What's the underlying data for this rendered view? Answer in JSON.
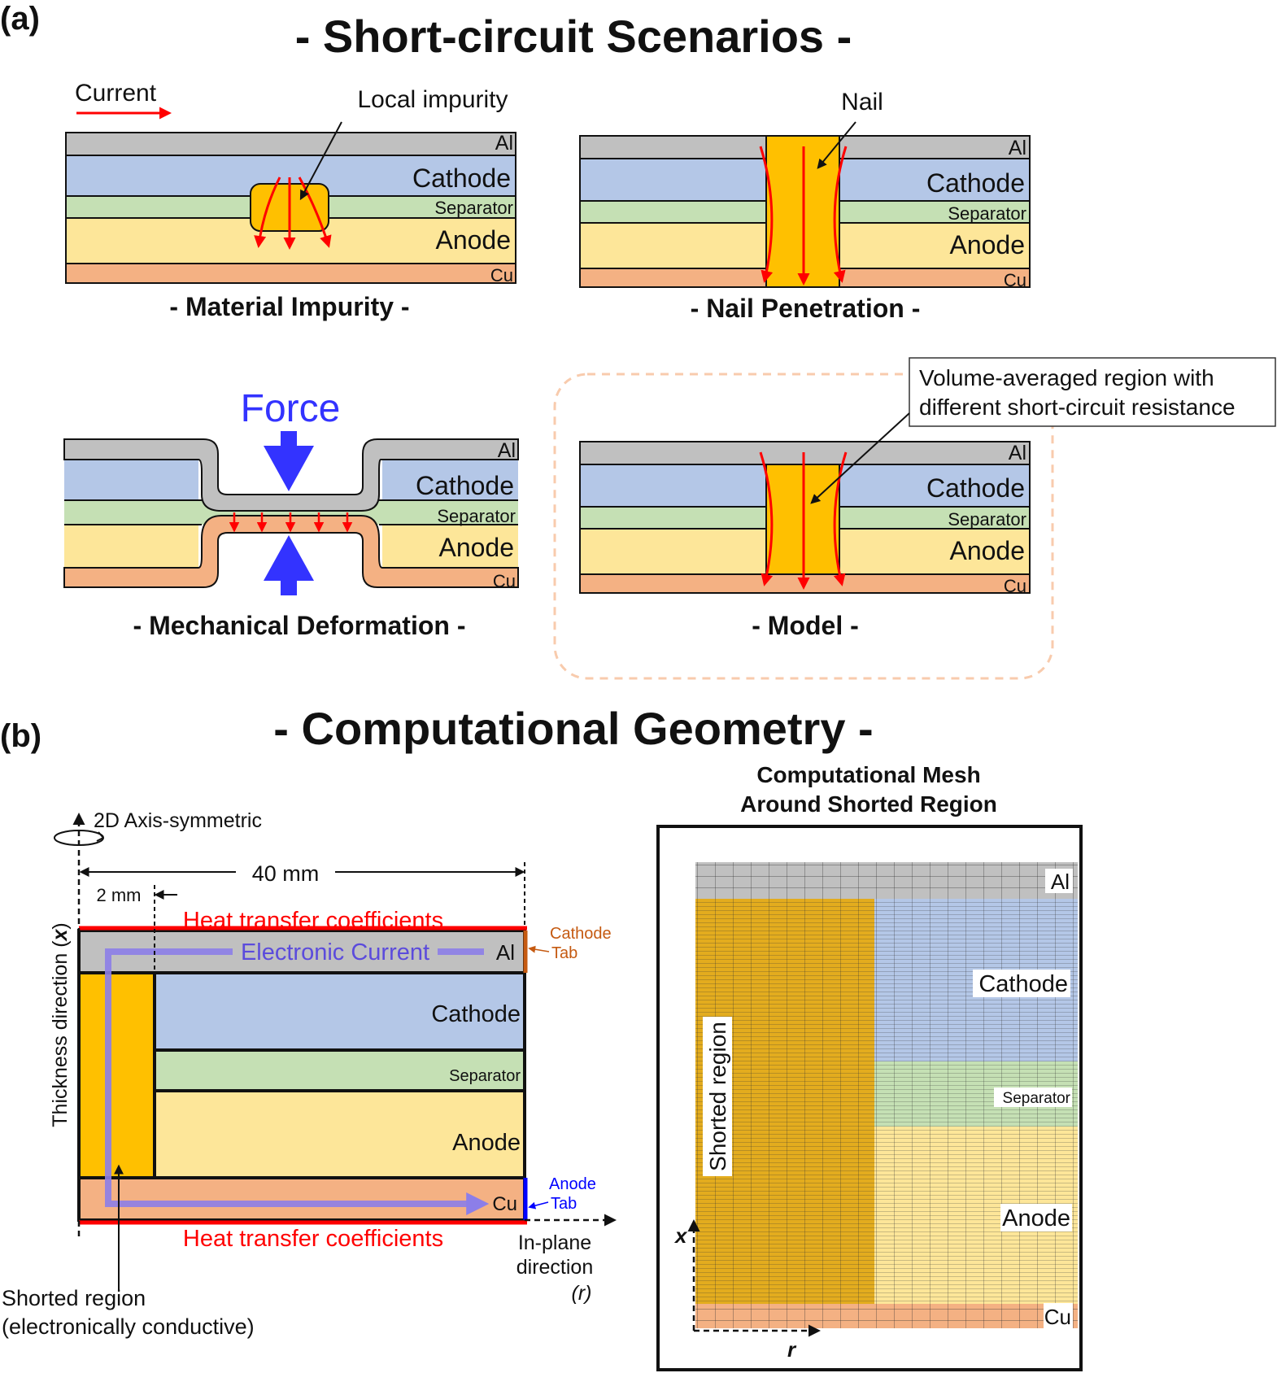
{
  "panel_a": {
    "letter": "(a)",
    "title": "- Short-circuit Scenarios -",
    "current_label": "Current",
    "layers": {
      "al": "Al",
      "cathode": "Cathode",
      "separator": "Separator",
      "anode": "Anode",
      "cu": "Cu"
    },
    "impurity": {
      "callout": "Local impurity",
      "caption": "- Material Impurity -"
    },
    "nail": {
      "callout": "Nail",
      "caption": "- Nail Penetration -"
    },
    "deformation": {
      "force_label": "Force",
      "caption": "- Mechanical Deformation -"
    },
    "model": {
      "callout_line1": "Volume-averaged region with",
      "callout_line2": "different short-circuit resistance",
      "caption": "- Model -"
    }
  },
  "panel_b": {
    "letter": "(b)",
    "title": "- Computational Geometry -",
    "geometry": {
      "axis_symmetric": "2D Axis-symmetric",
      "dim_40": "40 mm",
      "dim_2": "2 mm",
      "htc_top": "Heat transfer coefficients",
      "htc_bottom": "Heat transfer coefficients",
      "electronic_current": "Electronic Current",
      "cathode_tab_1": "Cathode",
      "cathode_tab_2": "Tab",
      "anode_tab_1": "Anode",
      "anode_tab_2": "Tab",
      "thickness_axis": "Thickness direction (",
      "thickness_axis_var": "x",
      "thickness_axis_close": ")",
      "inplane_1": "In-plane",
      "inplane_2": "direction",
      "inplane_var": "(r)",
      "shorted_1": "Shorted region",
      "shorted_2": "(electronically conductive)"
    },
    "mesh": {
      "title_1": "Computational Mesh",
      "title_2": "Around Shorted Region",
      "shorted_label": "Shorted region",
      "axis_x": "x",
      "axis_r": "r"
    }
  },
  "colors": {
    "al": "#c0c0c0",
    "cathode": "#b4c7e7",
    "separator": "#c5e0b4",
    "anode": "#fde699",
    "cu": "#f4b183",
    "short": "#ffc000",
    "current_red": "#ff0000",
    "force_blue": "#3333ff",
    "current_purple": "#8c7ee8",
    "cathode_tab": "#c55a11",
    "anode_tab": "#0000ff",
    "model_border": "#f8cbad"
  }
}
